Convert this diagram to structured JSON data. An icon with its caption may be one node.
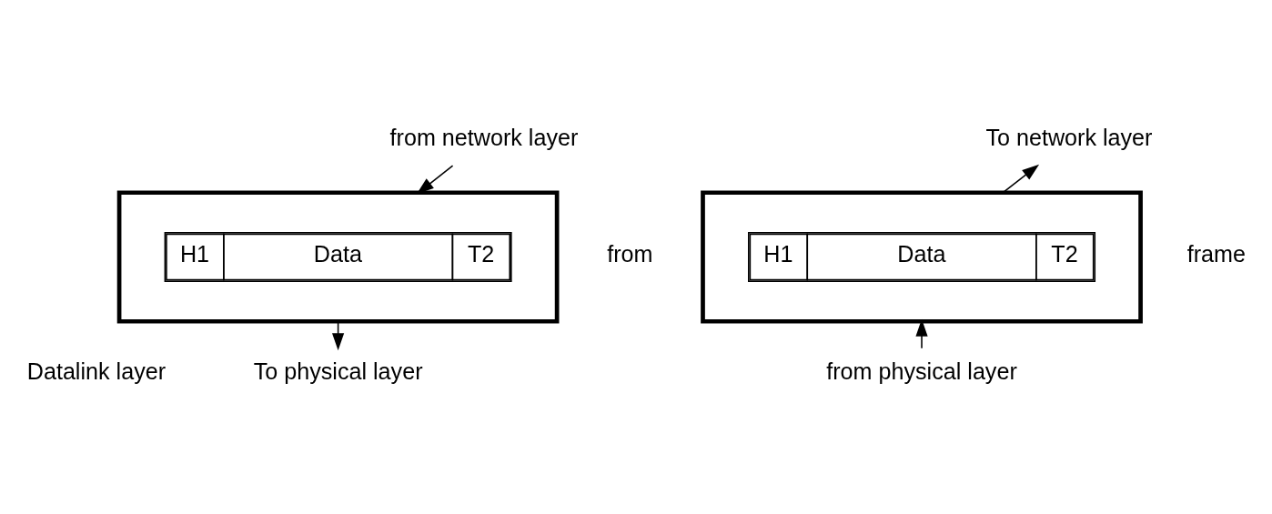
{
  "diagram": {
    "nodes": [
      {
        "text": [
          "from network layer"
        ]
      },
      {
        "text": [],
        "shape": "box",
        "beside": [
          "from"
        ]
      },
      {
        "text": [
          "H1",
          "Data",
          "T2"
        ],
        "in": 1
      },
      {
        "text": [
          "To physical layer"
        ]
      },
      {
        "text": [
          "To network layer"
        ]
      },
      {
        "text": [],
        "shape": "box",
        "beside": [
          "frame"
        ]
      },
      {
        "text": [
          "H1",
          "Data",
          "T2"
        ],
        "in": 5
      },
      {
        "text": [
          "from physical layer"
        ]
      }
    ],
    "edges": [
      {
        "from": 0,
        "to": 1,
        "arrow": "to"
      },
      {
        "from": 1,
        "to": 3,
        "arrow": "to"
      },
      {
        "from": 5,
        "to": 4,
        "arrow": "to"
      },
      {
        "from": 7,
        "to": 5,
        "arrow": "to"
      }
    ],
    "labels": [
      "Datalink layer"
    ]
  }
}
